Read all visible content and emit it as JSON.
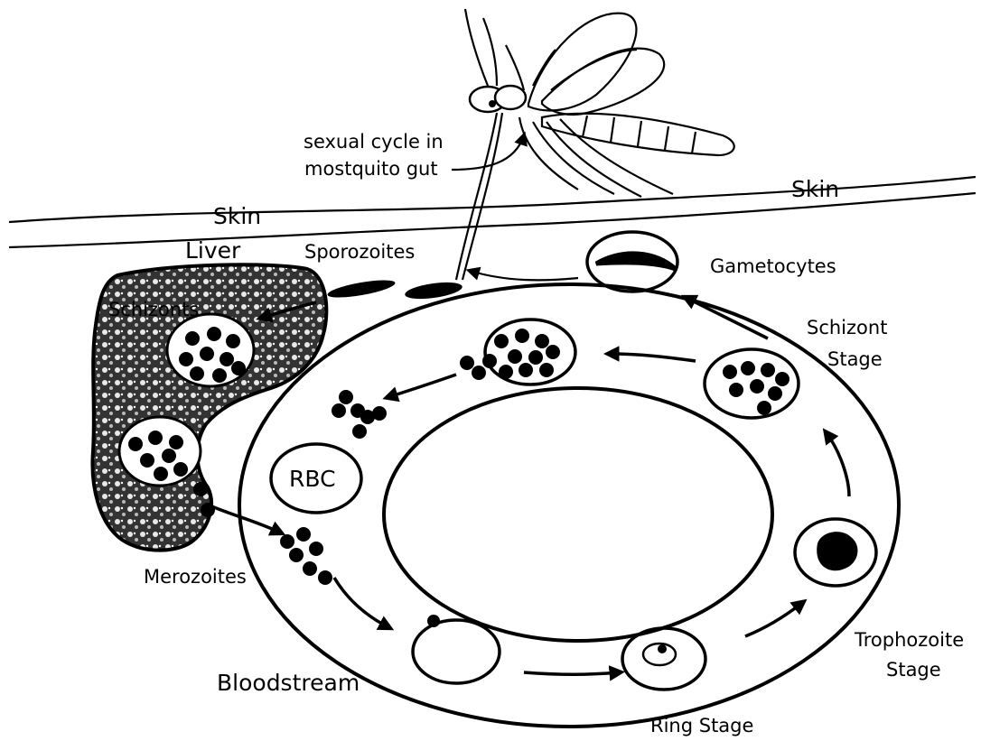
{
  "labels": {
    "sexual_cycle_line1": "sexual cycle in",
    "sexual_cycle_line2": "mostquito gut",
    "skin_right": "Skin",
    "skin_left": "Skin",
    "liver": "Liver",
    "sporozoites": "Sporozoites",
    "gametocytes": "Gametocytes",
    "schizonts": "Schizonts",
    "schizont_stage_line1": "Schizont",
    "schizont_stage_line2": "Stage",
    "rbc": "RBC",
    "merozoites": "Merozoites",
    "trophozoite_stage_line1": "Trophozoite",
    "trophozoite_stage_line2": "Stage",
    "bloodstream": "Bloodstream",
    "ring_stage": "Ring Stage"
  }
}
